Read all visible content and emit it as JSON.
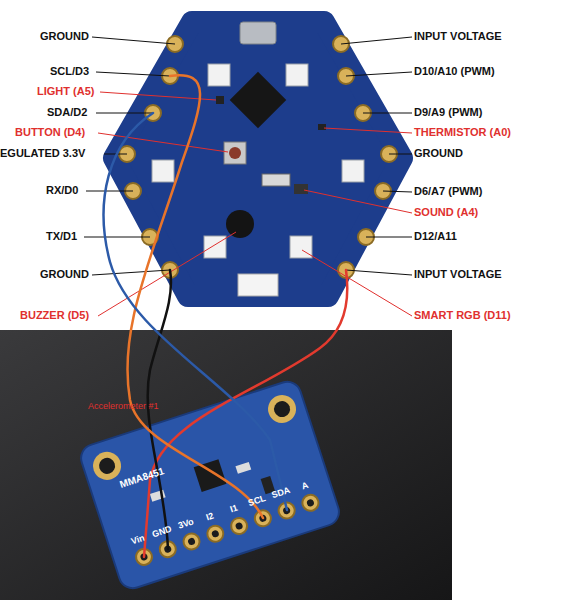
{
  "diagram": {
    "labels": [
      "GROUND",
      "SCL/D3",
      "LIGHT (A5)",
      "SDA/D2",
      "BUTTON (D4)",
      "EGULATED 3.3V",
      "RX/D0",
      "TX/D1",
      "GROUND",
      "BUZZER (D5)",
      "INPUT VOLTAGE",
      "D10/A10 (PWM)",
      "D9/A9 (PWM)",
      "THERMISTOR (A0)",
      "GROUND",
      "D6/A7 (PWM)",
      "SOUND (A4)",
      "D12/A11",
      "INPUT VOLTAGE",
      "SMART RGB (D11)",
      "Accelerometer #1",
      "MMA8451",
      "Vin",
      "GND",
      "3Vo",
      "I2",
      "I1",
      "SCL",
      "SDA",
      "A"
    ]
  }
}
